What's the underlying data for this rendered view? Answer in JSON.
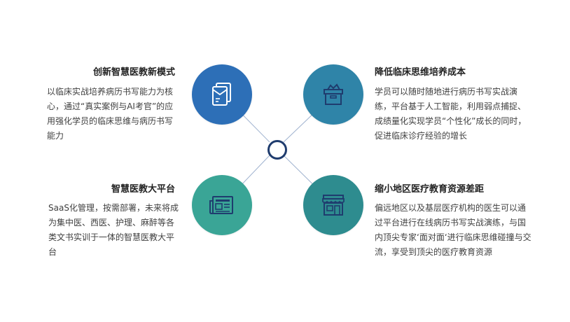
{
  "quadrants": {
    "top_left": {
      "title": "创新智慧医教新模式",
      "desc": "以临床实战培养病历书写能力为核心，通过“真实案例与AI考官”的应用强化学员的临床思维与病历书写能力",
      "icon": "documents-icon",
      "color": "#2d6fb7"
    },
    "top_right": {
      "title": "降低临床思维培养成本",
      "desc": "学员可以随时随地进行病历书写实战演练，平台基于人工智能，利用弱点捕捉、成绩量化实现学员“个性化”成长的同时，促进临床诊疗经验的增长",
      "icon": "box-icon",
      "color": "#2f84a8"
    },
    "bottom_left": {
      "title": "智慧医教大平台",
      "desc": "SaaS化管理，按需部署，未来将成为集中医、西医、护理、麻醉等各类文书实训于一体的智慧医教大平台",
      "icon": "newspaper-icon",
      "color": "#3aa596"
    },
    "bottom_right": {
      "title": "缩小地区医疗教育资源差距",
      "desc": "偏远地区以及基层医疗机构的医生可以通过平台进行在线病历书写实战演练，与国内顶尖专家‘面对面‘进行临床思维碰撞与交流，享受到顶尖的医疗教育资源",
      "icon": "storefront-icon",
      "color": "#2e8c8f"
    }
  },
  "hub_color": "#1f3c6e",
  "line_color": "#9fb2cf"
}
